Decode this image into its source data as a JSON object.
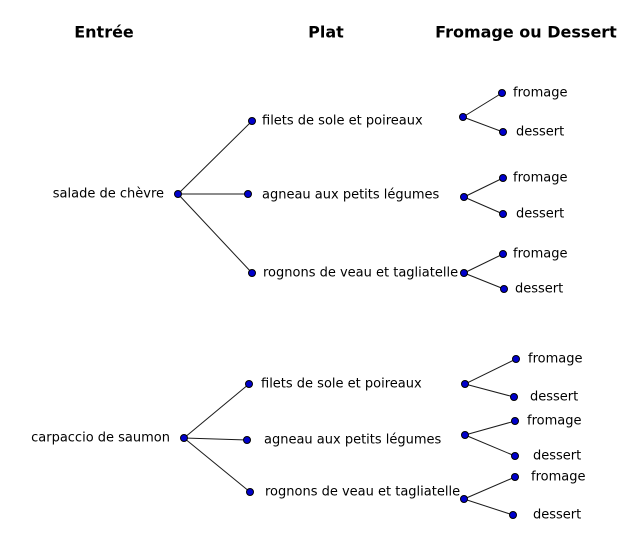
{
  "headers": {
    "entree": "Entrée",
    "plat": "Plat",
    "cheese_or_dessert": "Fromage ou Dessert"
  },
  "trees": [
    {
      "entree": "salade de chèvre",
      "plats": [
        {
          "name": "filets de sole et poireaux",
          "options": [
            "fromage",
            "dessert"
          ]
        },
        {
          "name": "agneau aux petits légumes",
          "options": [
            "fromage",
            "dessert"
          ]
        },
        {
          "name": "rognons de veau et tagliatelle",
          "options": [
            "fromage",
            "dessert"
          ]
        }
      ]
    },
    {
      "entree": "carpaccio de saumon",
      "plats": [
        {
          "name": "filets de sole et poireaux",
          "options": [
            "fromage",
            "dessert"
          ]
        },
        {
          "name": "agneau aux petits légumes",
          "options": [
            "fromage",
            "dessert"
          ]
        },
        {
          "name": "rognons de veau et tagliatelle",
          "options": [
            "fromage",
            "dessert"
          ]
        }
      ]
    }
  ],
  "colors": {
    "background": "#ffffff",
    "node_fill": "#0000cc",
    "node_stroke": "#000000",
    "edge": "#1a1a1a",
    "text": "#000000"
  }
}
